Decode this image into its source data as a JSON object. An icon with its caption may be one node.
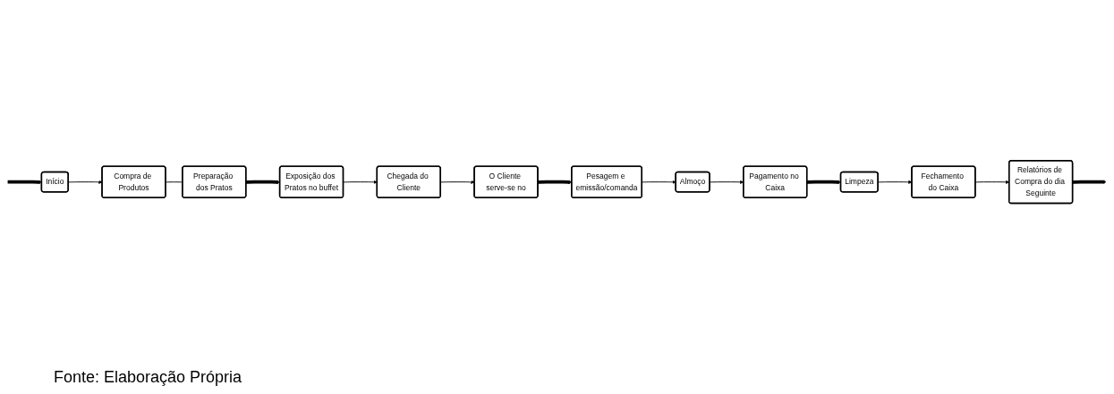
{
  "diagram": {
    "caption": "Fonte: Elaboração Própria",
    "nodes": [
      {
        "text": [
          "Início"
        ]
      },
      {
        "text": [
          "Compra de Produtos"
        ]
      },
      {
        "text": [
          "Preparação dos Pratos"
        ]
      },
      {
        "text": [
          "Exposição dos Pratos no buffet"
        ]
      },
      {
        "text": [
          "Chegada do Cliente"
        ]
      },
      {
        "text": [
          "O Cliente serve-se no"
        ]
      },
      {
        "text": [
          "Pesagem e emissão/comanda"
        ]
      },
      {
        "text": [
          "Almoço"
        ]
      },
      {
        "text": [
          "Pagamento no Caixa"
        ]
      },
      {
        "text": [
          "Limpeza"
        ]
      },
      {
        "text": [
          "Fechamento do Caixa"
        ]
      },
      {
        "text": [
          "Relatórios de Compra do dia Seguinte"
        ]
      }
    ],
    "edges": [
      {
        "from": null,
        "to": 0,
        "arrow": "to",
        "style": "thick"
      },
      {
        "from": 0,
        "to": 1,
        "arrow": "to"
      },
      {
        "from": 1,
        "to": 2,
        "arrow": "none"
      },
      {
        "from": 2,
        "to": 3,
        "arrow": "to",
        "style": "thick"
      },
      {
        "from": 3,
        "to": 4,
        "arrow": "to"
      },
      {
        "from": 4,
        "to": 5,
        "arrow": "to"
      },
      {
        "from": 5,
        "to": 6,
        "arrow": "to",
        "style": "thick"
      },
      {
        "from": 6,
        "to": 7,
        "arrow": "to"
      },
      {
        "from": 7,
        "to": 8,
        "arrow": "to"
      },
      {
        "from": 8,
        "to": 9,
        "arrow": "to",
        "style": "thick"
      },
      {
        "from": 9,
        "to": 10,
        "arrow": "to"
      },
      {
        "from": 10,
        "to": 11,
        "arrow": "to"
      },
      {
        "from": 11,
        "to": null,
        "arrow": "to",
        "style": "thick"
      }
    ]
  }
}
